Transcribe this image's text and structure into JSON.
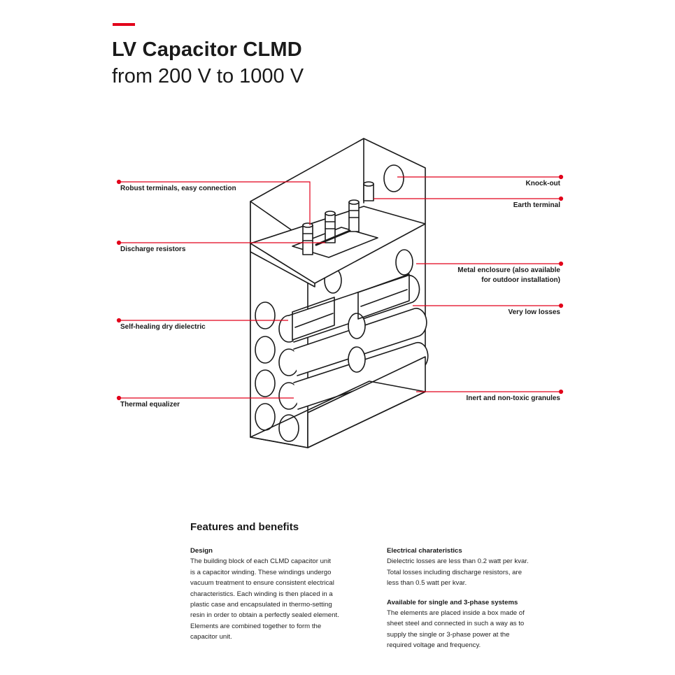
{
  "header": {
    "title": "LV Capacitor CLMD",
    "subtitle": "from 200 V to 1000 V"
  },
  "colors": {
    "accent": "#e2001a",
    "line": "#1a1a1a"
  },
  "callouts": {
    "left": [
      "Robust terminals, easy connection",
      "Discharge resistors",
      "Self-healing dry dielectric",
      "Thermal equalizer"
    ],
    "right": [
      "Knock-out",
      "Earth terminal",
      "Metal enclosure (also available",
      "for outdoor installation)",
      "Very low losses",
      "Inert and non-toxic granules"
    ]
  },
  "features": {
    "title": "Features and benefits",
    "design": {
      "heading": "Design",
      "lines": [
        "The building block of each CLMD capacitor unit",
        "is a capacitor winding.  These windings undergo",
        "vacuum treatment to ensure consistent electrical",
        "characteristics.  Each winding is then placed in a",
        "plastic case and encapsulated in thermo-setting",
        "resin in order to obtain a perfectly sealed element.",
        "Elements are combined together to form the",
        "capacitor unit."
      ]
    },
    "electrical": {
      "heading": "Electrical charateristics",
      "lines": [
        "Dielectric losses are less than 0.2 watt per kvar.",
        "Total losses including discharge resistors, are",
        "less than 0.5 watt per kvar."
      ]
    },
    "availability": {
      "heading": "Available for single and 3-phase systems",
      "lines": [
        "The elements are placed inside a box made of",
        "sheet steel and connected in such a way as to",
        "supply the single or 3-phase power at the",
        "required voltage and frequency."
      ]
    }
  }
}
